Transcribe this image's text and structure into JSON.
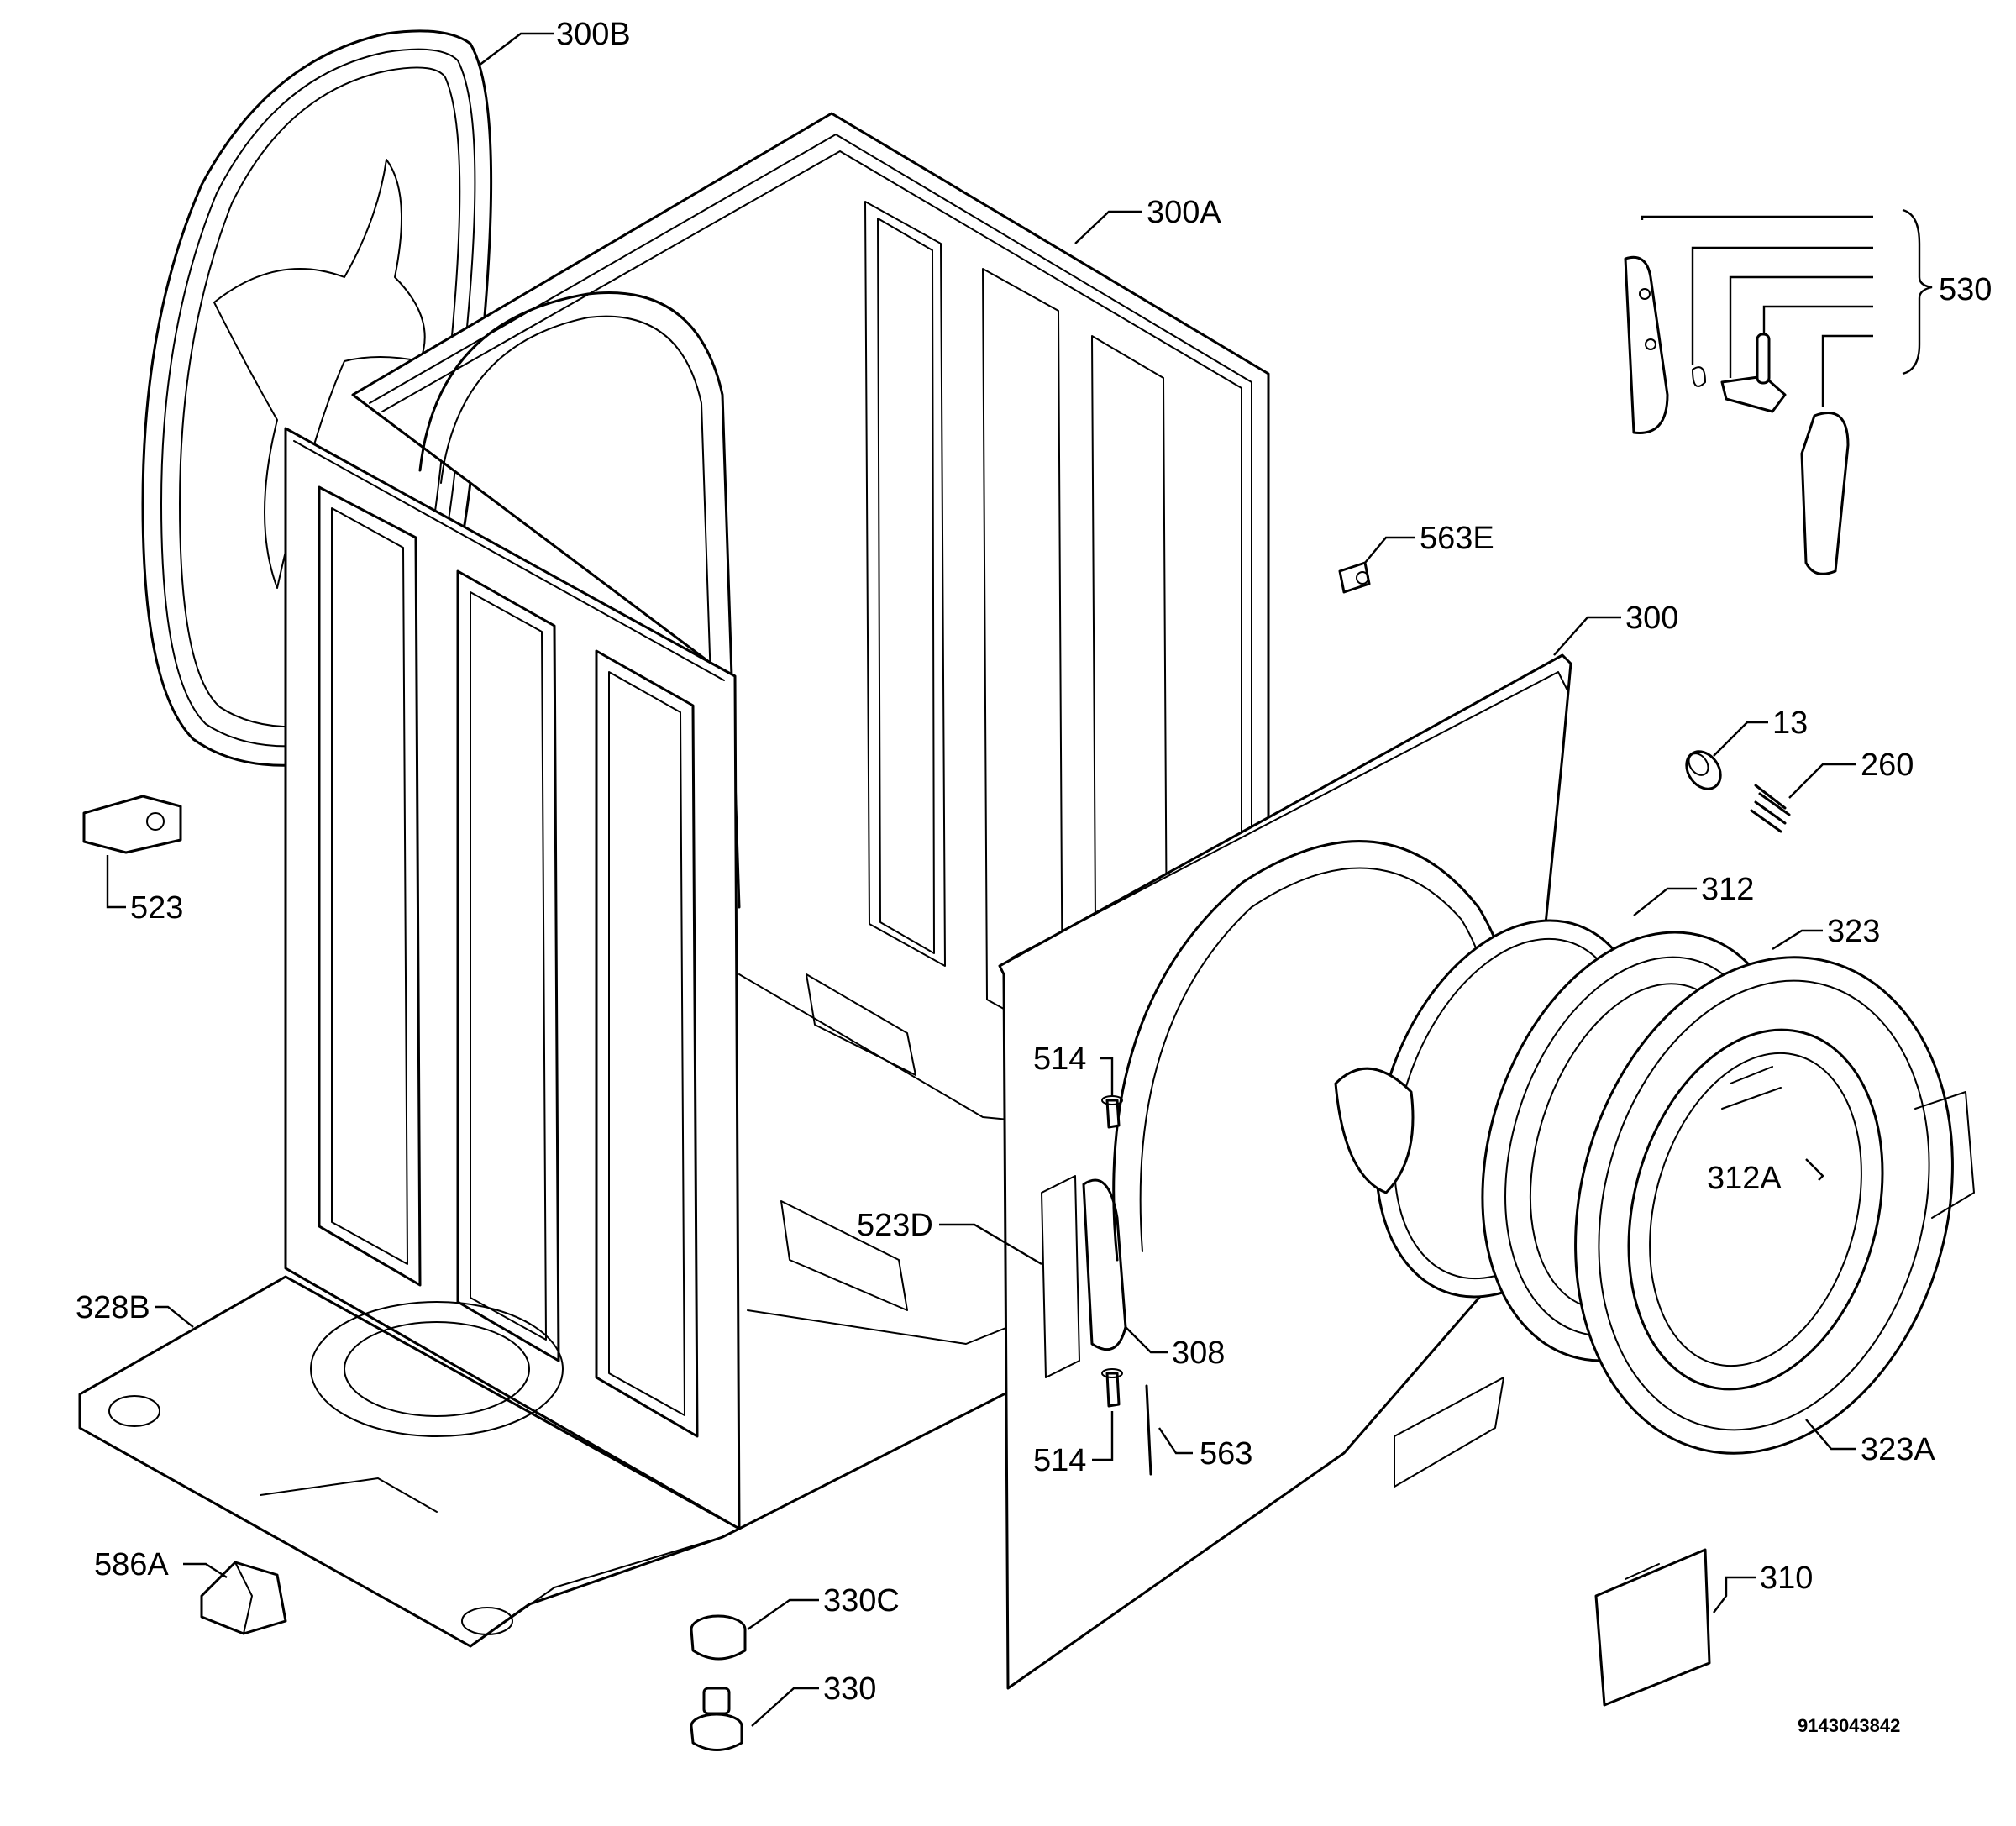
{
  "labels": {
    "l300B": "300B",
    "l300A": "300A",
    "l530": "530",
    "l563E": "563E",
    "l300": "300",
    "l13": "13",
    "l260": "260",
    "l523": "523",
    "l312": "312",
    "l323": "323",
    "l514a": "514",
    "l312A": "312A",
    "l523D": "523D",
    "l328B": "328B",
    "l308": "308",
    "l514b": "514",
    "l563": "563",
    "l323A": "323A",
    "l586A": "586A",
    "l310": "310",
    "l330C": "330C",
    "l330": "330"
  },
  "drawing_code": "9143043842"
}
